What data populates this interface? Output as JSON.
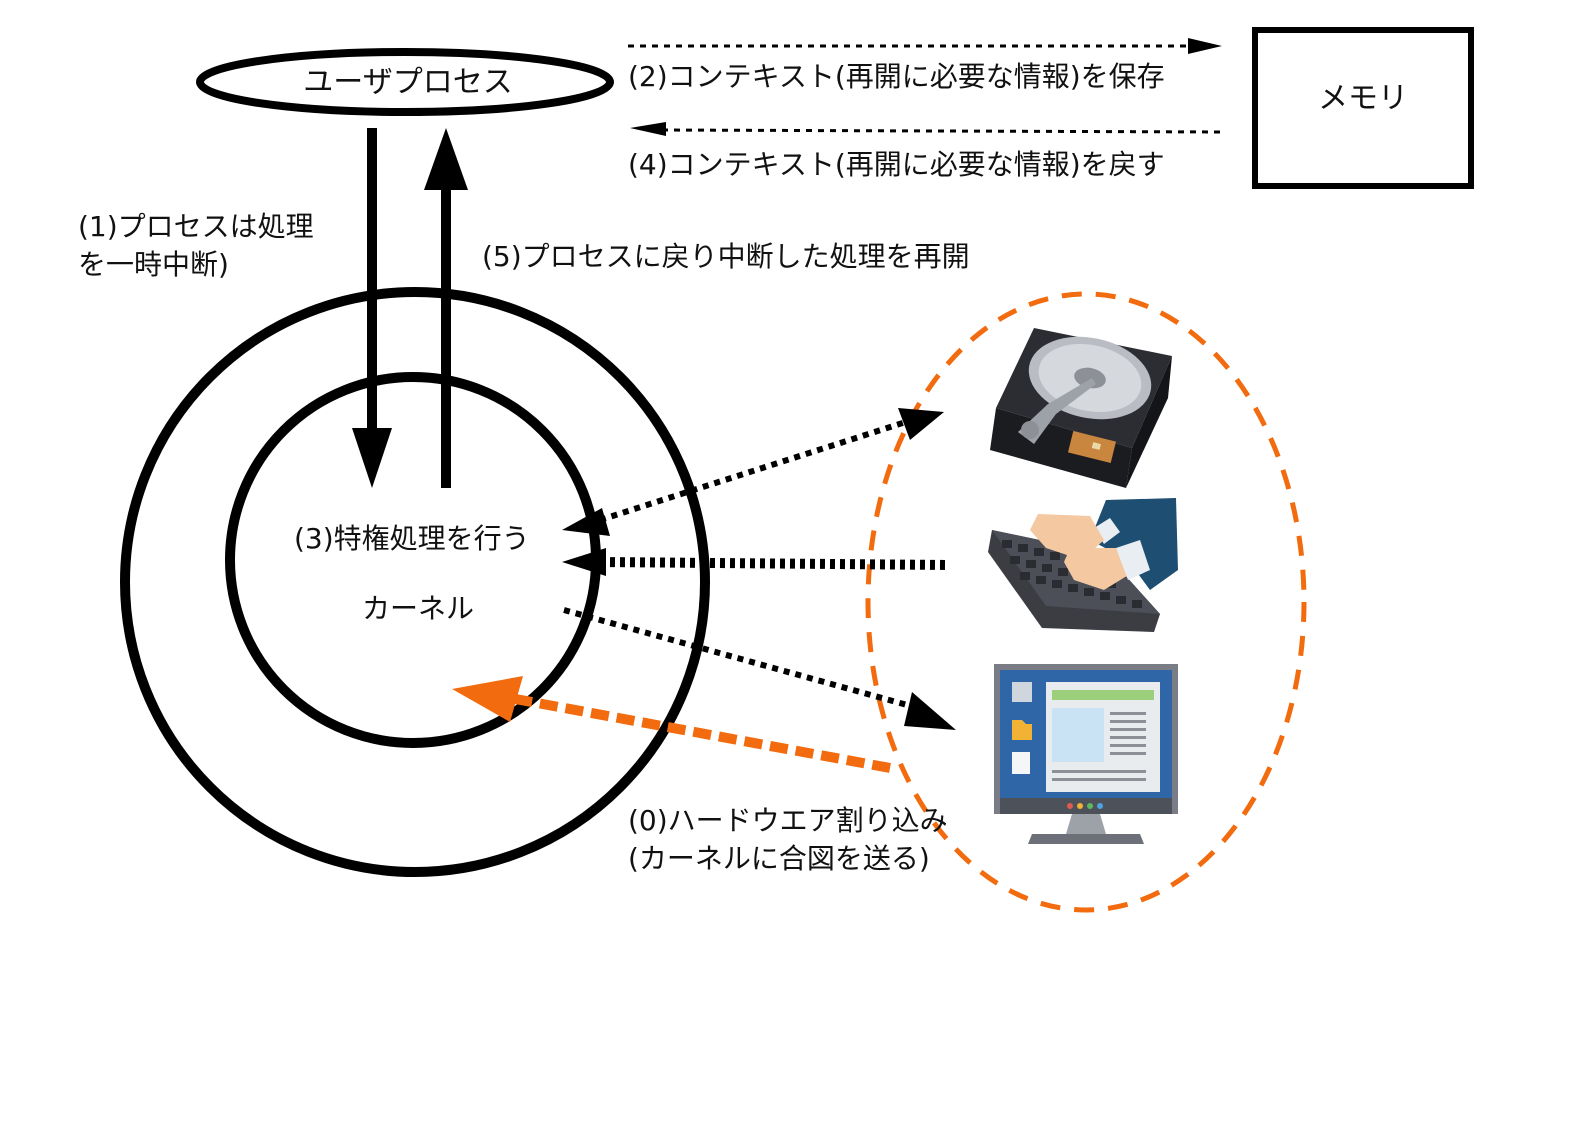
{
  "labels": {
    "user_process": "ユーザプロセス",
    "memory": "メモリ",
    "kernel": "カーネル",
    "save_context": "(2)コンテキスト(再開に必要な情報)を保存",
    "restore_context": "(4)コンテキスト(再開に必要な情報)を戻す",
    "suspend_line1": "(1)プロセスは処理",
    "suspend_line2": "を一時中断)",
    "resume": "(5)プロセスに戻り中断した処理を再開",
    "privileged": "(3)特権処理を行う",
    "interrupt_line1": "(0)ハードウエア割り込み",
    "interrupt_line2": "(カーネルに合図を送る)"
  },
  "devices": [
    {
      "icon": "hard-disk-icon"
    },
    {
      "icon": "keyboard-icon"
    },
    {
      "icon": "monitor-icon"
    }
  ],
  "colors": {
    "line": "#000000",
    "accent": "#F26B0F",
    "device_dark": "#2b2d33",
    "screen_blue": "#2E66A8"
  }
}
